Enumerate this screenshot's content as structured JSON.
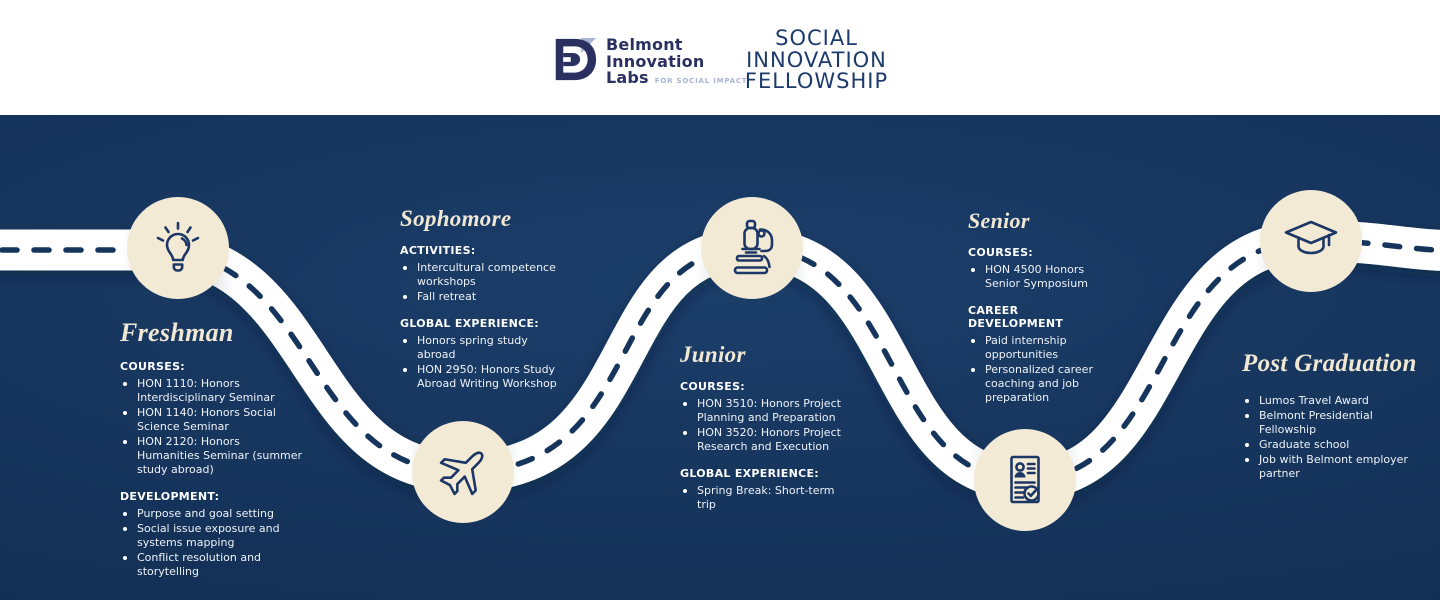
{
  "header": {
    "logo": {
      "name_line1": "Belmont",
      "name_line2": "Innovation",
      "name_line3": "Labs",
      "tagline": "FOR SOCIAL IMPACT"
    },
    "title_line1": "SOCIAL",
    "title_line2": "INNOVATION",
    "title_line3": "FELLOWSHIP"
  },
  "colors": {
    "background_navy": "#16355d",
    "header_white": "#ffffff",
    "circle_cream": "#f3ead6",
    "icon_navy": "#1c3766",
    "title_cream": "#f0e8d3",
    "logo_navy": "#2a3160",
    "logo_light_blue": "#a9b4d4",
    "road_white": "#ffffff",
    "road_shadow_gray": "#bcc2cc"
  },
  "stages": [
    {
      "id": "freshman",
      "title": "Freshman",
      "icon": "lightbulb-icon",
      "sections": [
        {
          "heading": "COURSES:",
          "items": [
            "HON 1110: Honors Interdisciplinary Seminar",
            "HON 1140: Honors Social Science Seminar",
            "HON 2120: Honors Humanities Seminar (summer study abroad)"
          ]
        },
        {
          "heading": "DEVELOPMENT:",
          "items": [
            "Purpose and goal setting",
            "Social issue exposure and systems mapping",
            "Conflict resolution and storytelling"
          ]
        }
      ]
    },
    {
      "id": "sophomore",
      "title": "Sophomore",
      "icon": "airplane-icon",
      "sections": [
        {
          "heading": "ACTIVITIES:",
          "items": [
            "Intercultural competence workshops",
            "Fall retreat"
          ]
        },
        {
          "heading": "GLOBAL EXPERIENCE:",
          "items": [
            "Honors spring study abroad",
            "HON 2950: Honors Study Abroad Writing Workshop"
          ]
        }
      ]
    },
    {
      "id": "junior",
      "title": "Junior",
      "icon": "microscope-icon",
      "sections": [
        {
          "heading": "COURSES:",
          "items": [
            "HON 3510: Honors Project Planning and Preparation",
            "HON 3520: Honors Project Research and Execution"
          ]
        },
        {
          "heading": "GLOBAL EXPERIENCE:",
          "items": [
            "Spring Break: Short-term trip"
          ]
        }
      ]
    },
    {
      "id": "senior",
      "title": "Senior",
      "icon": "resume-icon",
      "sections": [
        {
          "heading": "COURSES:",
          "items": [
            "HON 4500 Honors Senior Symposium"
          ]
        },
        {
          "heading": "CAREER DEVELOPMENT",
          "items": [
            "Paid internship opportunities",
            "Personalized career coaching and job preparation"
          ]
        }
      ]
    },
    {
      "id": "postgrad",
      "title": "Post Graduation",
      "icon": "graduation-cap-icon",
      "sections": [
        {
          "heading": "",
          "items": [
            "Lumos Travel Award",
            "Belmont Presidential Fellowship",
            "Graduate school",
            "Job with Belmont employer partner"
          ]
        }
      ]
    }
  ]
}
